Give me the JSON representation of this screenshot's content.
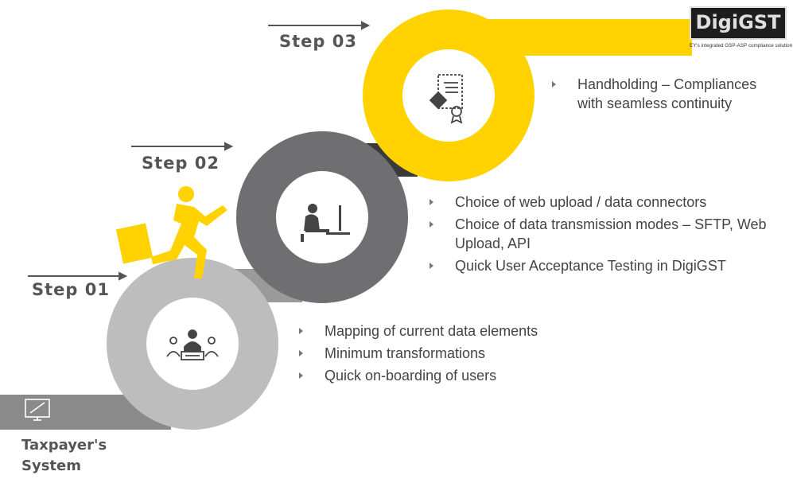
{
  "steps": [
    {
      "label": "Step 01",
      "bullets": [
        "Mapping of current data elements",
        "Minimum transformations",
        "Quick on-boarding of users"
      ]
    },
    {
      "label": "Step 02",
      "bullets": [
        "Choice of web upload / data  connectors",
        "Choice of data transmission modes – SFTP, Web Upload, API",
        "Quick User Acceptance Testing in DigiGST"
      ]
    },
    {
      "label": "Step 03",
      "bullets": [
        "Handholding – Compliances with seamless continuity"
      ]
    }
  ],
  "origin": {
    "line1": "Taxpayer's",
    "line2": "System"
  },
  "logo": {
    "name": "DigiGST",
    "tagline": "EY's integrated GSP-ASP compliance solution"
  },
  "icons": [
    "meeting-icon",
    "computer-user-icon",
    "certificate-icon",
    "monitor-icon",
    "running-person-icon"
  ],
  "colors": {
    "step01": "#bdbdbd",
    "step02": "#6f6f71",
    "step03": "#ffd200",
    "base": "#8a8a8a"
  }
}
